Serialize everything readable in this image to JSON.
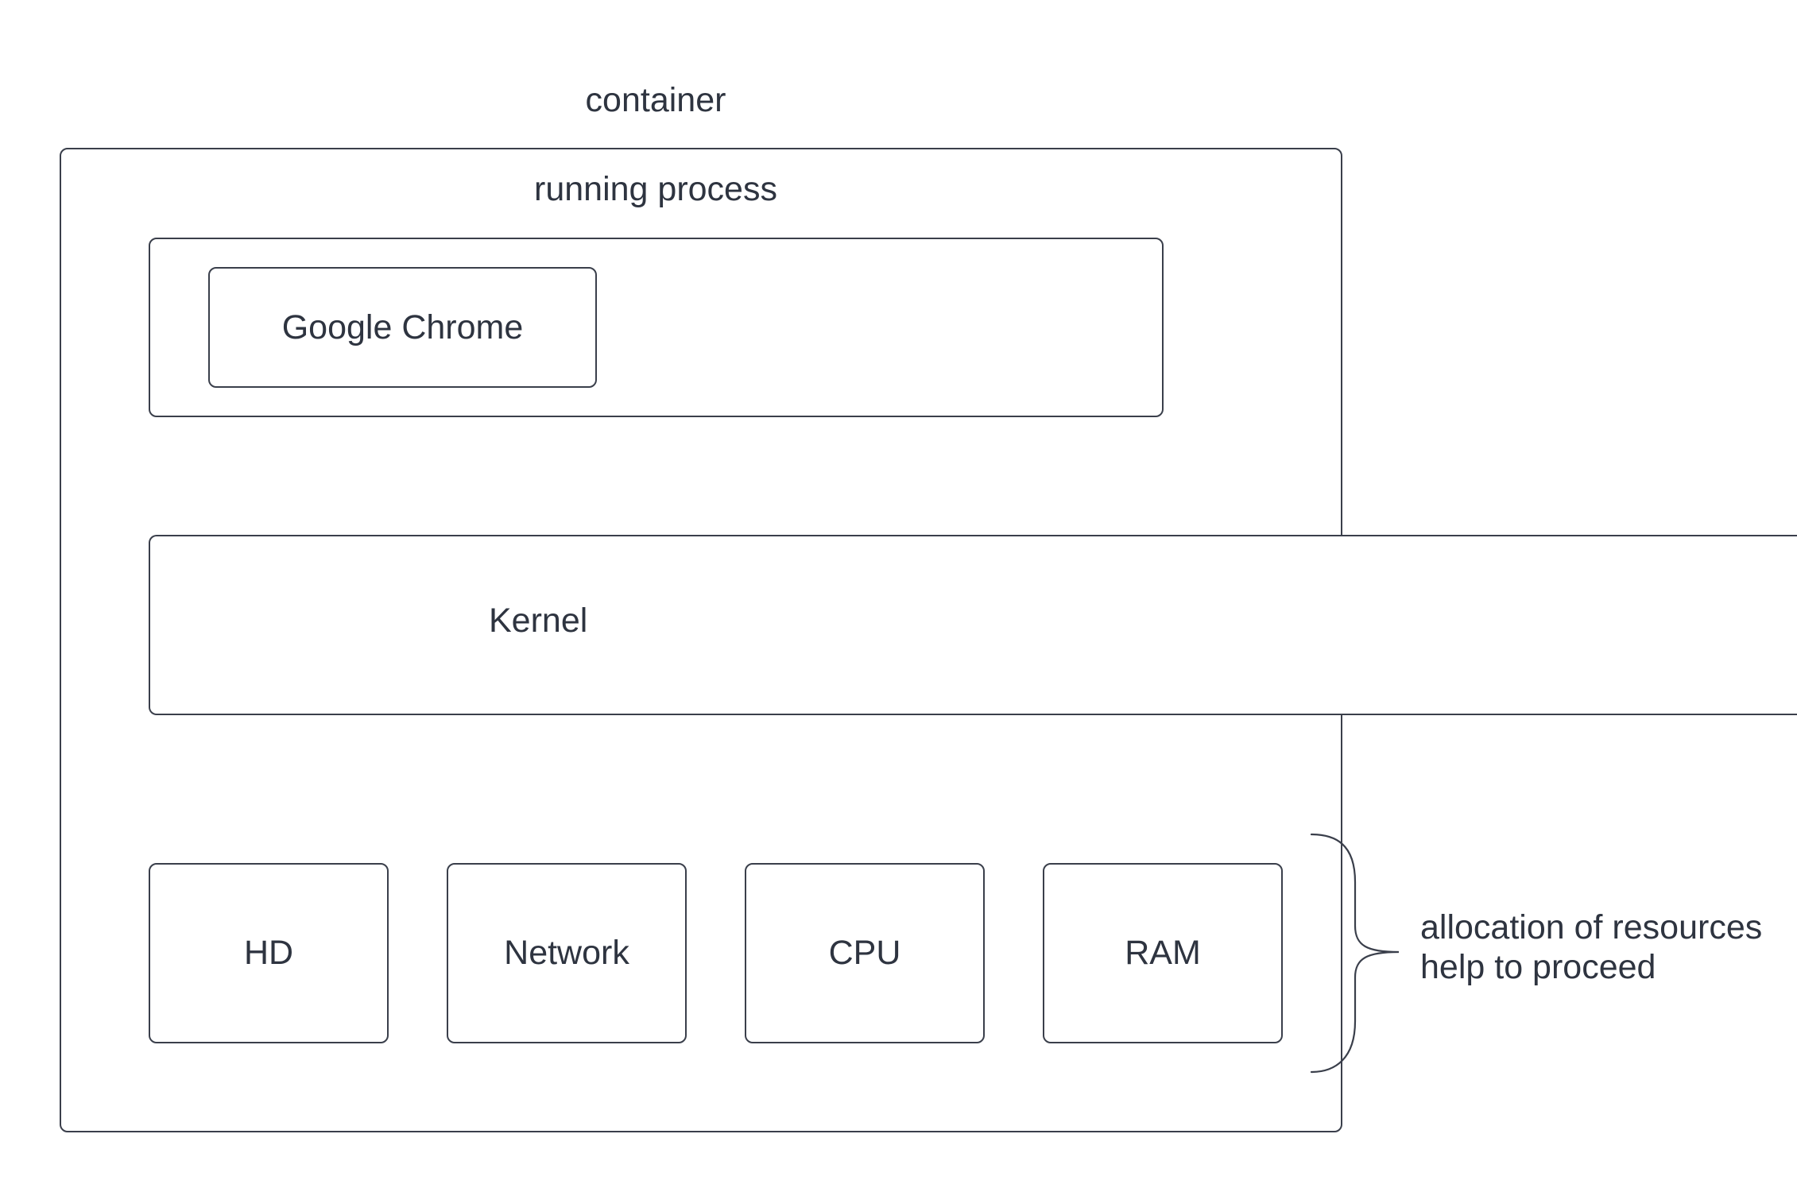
{
  "diagram": {
    "container": {
      "label": "container"
    },
    "running_process": {
      "label": "running process"
    },
    "app": {
      "label": "Google Chrome"
    },
    "kernel": {
      "label": "Kernel"
    },
    "resources": [
      {
        "label": "HD"
      },
      {
        "label": "Network"
      },
      {
        "label": "CPU"
      },
      {
        "label": "RAM"
      }
    ],
    "annotation": {
      "line1": "allocation of resources",
      "line2": "help to proceed"
    },
    "colors": {
      "stroke": "#3a3f4b",
      "text": "#2e3440",
      "background": "#ffffff"
    }
  }
}
